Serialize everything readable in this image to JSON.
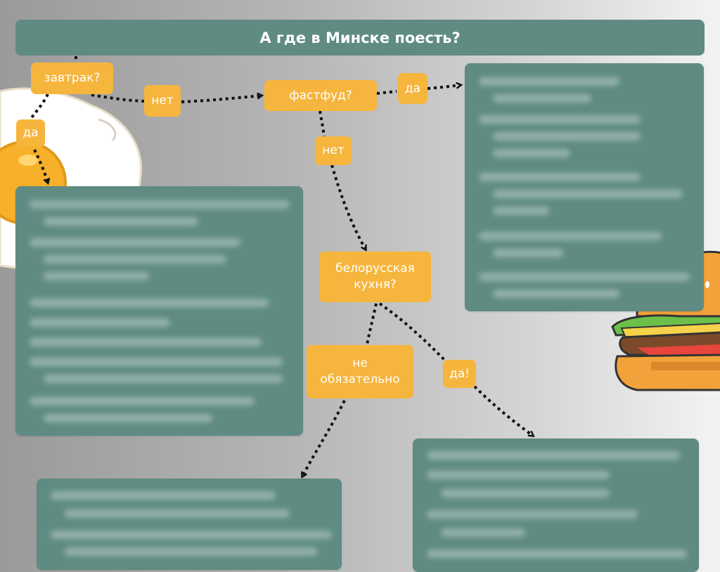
{
  "title": "А где в Минске поесть?",
  "nodes": {
    "breakfast": "завтрак?",
    "fastfood": "фастфуд?",
    "belarusian_line1": "белорусская",
    "belarusian_line2": "кухня?",
    "not_required_line1": "не",
    "not_required_line2": "обязательно"
  },
  "edge_labels": {
    "breakfast_no": "нет",
    "breakfast_yes": "да",
    "fastfood_yes": "да",
    "fastfood_no": "нет",
    "belarusian_yes": "да!"
  },
  "colors": {
    "header": "#5f8b82",
    "node": "#f6b53c",
    "panel": "#5f8b82",
    "connector": "#111111"
  },
  "icons": [
    "fried-egg-icon",
    "burger-icon"
  ]
}
